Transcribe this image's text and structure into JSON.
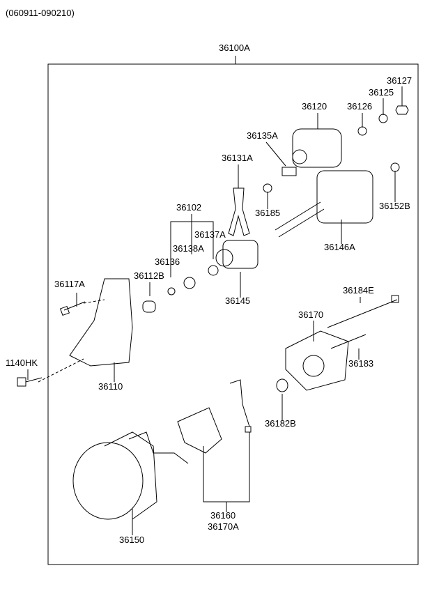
{
  "header": {
    "date_range": "(060911-090210)"
  },
  "assembly": {
    "part_number": "36100A"
  },
  "parts": {
    "p36127": "36127",
    "p36125": "36125",
    "p36126": "36126",
    "p36120": "36120",
    "p36135A": "36135A",
    "p36131A": "36131A",
    "p36185": "36185",
    "p36152B": "36152B",
    "p36102": "36102",
    "p36137A": "36137A",
    "p36138A": "36138A",
    "p36136": "36136",
    "p36146A": "36146A",
    "p36117A": "36117A",
    "p36112B": "36112B",
    "p36145": "36145",
    "p36184E": "36184E",
    "p36170": "36170",
    "p1140HK": "1140HK",
    "p36183": "36183",
    "p36110": "36110",
    "p36182B": "36182B",
    "p36160": "36160",
    "p36170A": "36170A",
    "p36150": "36150"
  }
}
